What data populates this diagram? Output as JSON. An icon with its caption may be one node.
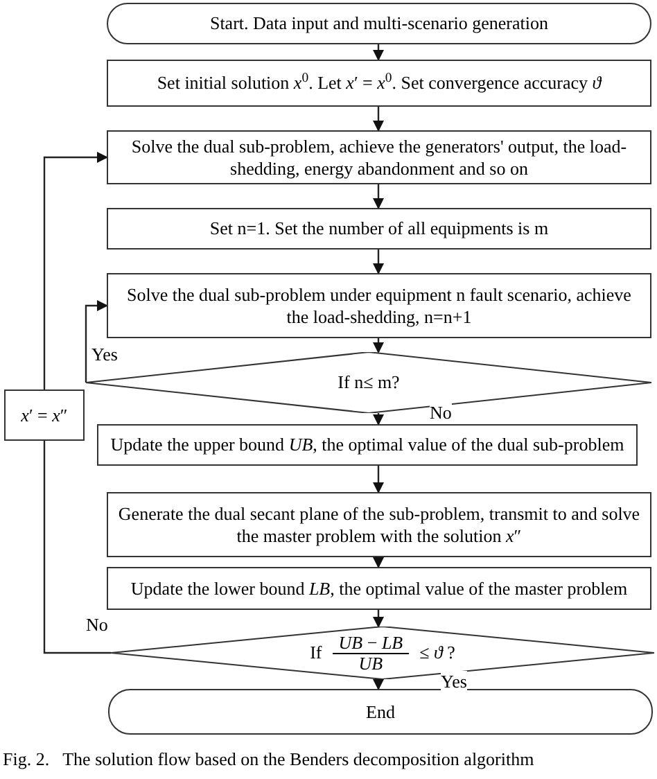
{
  "diagram": {
    "caption": "Fig. 2.   The solution flow based on the Benders decomposition algorithm",
    "nodes": [
      {
        "text": [
          "Start. Data input and multi-scenario generation"
        ]
      },
      {
        "text": [
          "Set initial solution *x*$^{0}$. Let *x*′ = *x*$^{0}$. Set convergence accuracy *ϑ*"
        ]
      },
      {
        "text": [
          "Solve the dual sub-problem, achieve the generators' output, the load-shedding, energy abandonment and so on"
        ]
      },
      {
        "text": [
          "Set n=1. Set the number of all equipments is m"
        ]
      },
      {
        "text": [
          "Solve the dual sub-problem under equipment n fault scenario, achieve the load-shedding, n=n+1"
        ]
      },
      {
        "text": [
          "If n≤ m?"
        ]
      },
      {
        "text": [
          "Update the upper bound *UB*, the optimal value of the dual sub-problem"
        ]
      },
      {
        "text": [
          "Generate the dual secant plane of the sub-problem, transmit to and solve the master problem with the solution *x*″"
        ]
      },
      {
        "text": [
          "Update the lower bound *LB*, the optimal value of the master problem"
        ]
      },
      {
        "text": [
          "If",
          "*UB* − *LB*",
          "*UB*",
          "≤ *ϑ* ?"
        ]
      },
      {
        "text": [
          "End"
        ]
      },
      {
        "text": [
          "*x*′ = *x*″"
        ]
      }
    ],
    "edges": [
      {
        "from": 0,
        "to": 1,
        "arrow": "to"
      },
      {
        "from": 1,
        "to": 2,
        "arrow": "to"
      },
      {
        "from": 2,
        "to": 3,
        "arrow": "to"
      },
      {
        "from": 3,
        "to": 4,
        "arrow": "to"
      },
      {
        "from": 4,
        "to": 5,
        "arrow": "to"
      },
      {
        "from": 5,
        "to": 4,
        "arrow": "to",
        "label": "Yes"
      },
      {
        "from": 5,
        "to": 6,
        "arrow": "to",
        "label": "No"
      },
      {
        "from": 6,
        "to": 7,
        "arrow": "to"
      },
      {
        "from": 7,
        "to": 8,
        "arrow": "to"
      },
      {
        "from": 8,
        "to": 9,
        "arrow": "to"
      },
      {
        "from": 9,
        "to": 10,
        "arrow": "to",
        "label": "Yes"
      },
      {
        "from": 9,
        "to": 11,
        "arrow": "none",
        "label": "No"
      },
      {
        "from": 11,
        "to": 2,
        "arrow": "to"
      }
    ]
  }
}
